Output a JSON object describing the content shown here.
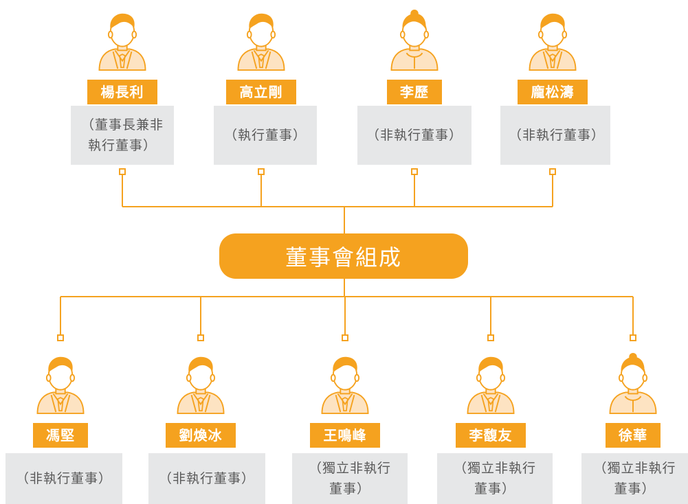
{
  "title": "董事會組成",
  "colors": {
    "accent": "#f5a21f",
    "box": "#e6e7e8",
    "text": "#5a5a5a",
    "skin": "#fde3c2"
  },
  "top_row": [
    {
      "name": "楊長利",
      "role": "（董事長兼非執行董事）",
      "role_lines": [
        "（董事長兼非",
        "執行董事）"
      ],
      "gender": "male",
      "icon": "male-director-icon"
    },
    {
      "name": "高立剛",
      "role": "（執行董事）",
      "role_lines": [
        "（執行董事）"
      ],
      "gender": "male",
      "icon": "male-director-icon"
    },
    {
      "name": "李歷",
      "role": "（非執行董事）",
      "role_lines": [
        "（非執行董事）"
      ],
      "gender": "female",
      "icon": "female-director-icon"
    },
    {
      "name": "龐松濤",
      "role": "（非執行董事）",
      "role_lines": [
        "（非執行董事）"
      ],
      "gender": "male",
      "icon": "male-director-icon"
    }
  ],
  "bottom_row": [
    {
      "name": "馮堅",
      "role": "（非執行董事）",
      "role_lines": [
        "（非執行董事）"
      ],
      "gender": "male",
      "icon": "male-director-icon"
    },
    {
      "name": "劉煥冰",
      "role": "（非執行董事）",
      "role_lines": [
        "（非執行董事）"
      ],
      "gender": "male",
      "icon": "male-director-icon"
    },
    {
      "name": "王鳴峰",
      "role": "（獨立非執行董事）",
      "role_lines": [
        "（獨立非執行",
        "董事）"
      ],
      "gender": "male",
      "icon": "male-director-icon"
    },
    {
      "name": "李馥友",
      "role": "（獨立非執行董事）",
      "role_lines": [
        "（獨立非執行",
        "董事）"
      ],
      "gender": "male",
      "icon": "male-director-icon"
    },
    {
      "name": "徐華",
      "role": "（獨立非執行董事）",
      "role_lines": [
        "（獨立非執行",
        "董事）"
      ],
      "gender": "female",
      "icon": "female-director-icon"
    }
  ]
}
